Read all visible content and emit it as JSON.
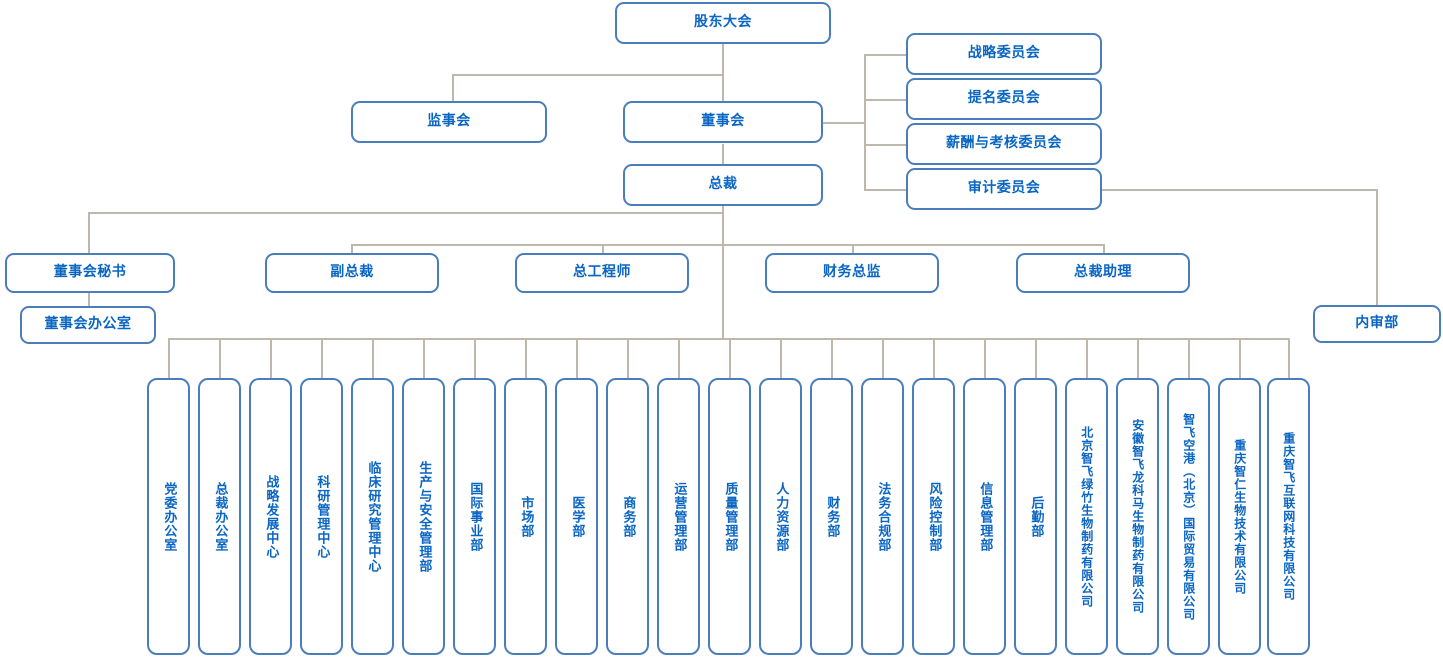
{
  "meta": {
    "title": "公司组织架构图",
    "colors": {
      "box_border": "#4a7ebb",
      "box_text": "#0a66c2",
      "connector": "#bdb7ac",
      "background": "#ffffff"
    }
  },
  "nodes": {
    "shareholders_meeting": "股东大会",
    "board_of_directors": "董事会",
    "supervisory_board": "监事会",
    "president": "总裁",
    "internal_audit": "内审部"
  },
  "committees": [
    {
      "label": "战略委员会"
    },
    {
      "label": "提名委员会"
    },
    {
      "label": "薪酬与考核委员会"
    },
    {
      "label": "审计委员会"
    }
  ],
  "executives": [
    {
      "label": "董事会秘书"
    },
    {
      "label": "副总裁"
    },
    {
      "label": "总工程师"
    },
    {
      "label": "财务总监"
    },
    {
      "label": "总裁助理"
    }
  ],
  "board_office": {
    "label": "董事会办公室"
  },
  "departments": [
    {
      "label": "党委办公室"
    },
    {
      "label": "总裁办公室"
    },
    {
      "label": "战略发展中心"
    },
    {
      "label": "科研管理中心"
    },
    {
      "label": "临床研究管理中心"
    },
    {
      "label": "生产与安全管理部"
    },
    {
      "label": "国际事业部"
    },
    {
      "label": "市场部"
    },
    {
      "label": "医学部"
    },
    {
      "label": "商务部"
    },
    {
      "label": "运营管理部"
    },
    {
      "label": "质量管理部"
    },
    {
      "label": "人力资源部"
    },
    {
      "label": "财务部"
    },
    {
      "label": "法务合规部"
    },
    {
      "label": "风险控制部"
    },
    {
      "label": "信息管理部"
    },
    {
      "label": "后勤部"
    },
    {
      "label": "北京智飞绿竹生物制药有限公司"
    },
    {
      "label": "安徽智飞龙科马生物制药有限公司"
    },
    {
      "label": "智飞空港（北京）国际贸易有限公司"
    },
    {
      "label": "重庆智仁生物技术有限公司"
    },
    {
      "label": "重庆智飞互联网科技有限公司"
    }
  ]
}
